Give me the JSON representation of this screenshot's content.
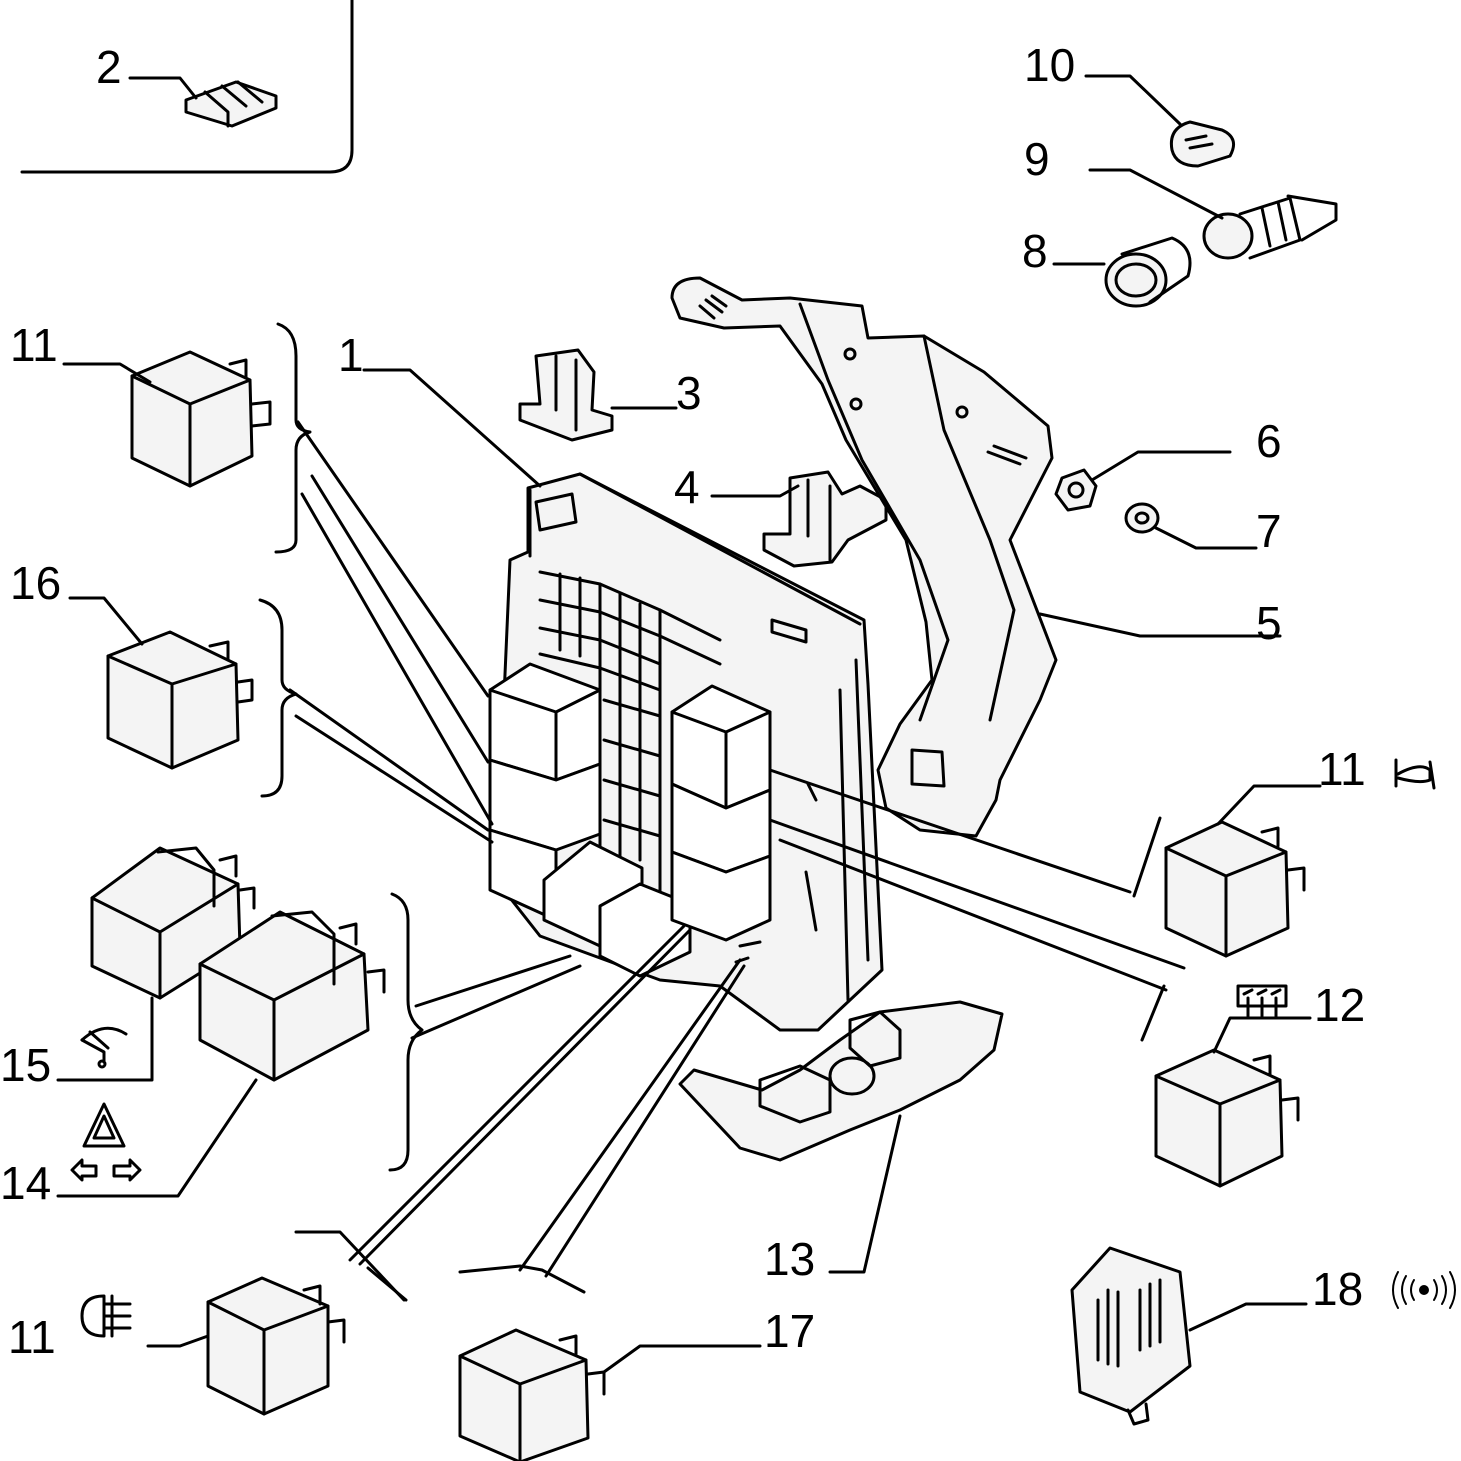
{
  "callouts": {
    "c1": "1",
    "c2": "2",
    "c3": "3",
    "c4": "4",
    "c5": "5",
    "c6": "6",
    "c7": "7",
    "c8": "8",
    "c9": "9",
    "c10": "10",
    "c11_top_left": "11",
    "c11_horn": "11",
    "c11_fog": "11",
    "c12": "12",
    "c13": "13",
    "c14": "14",
    "c15": "15",
    "c16": "16",
    "c17": "17",
    "c18": "18"
  },
  "symbols": {
    "horn": "horn-icon",
    "fan": "heater-fan-icon",
    "wiper": "wiper-icon",
    "hazard": "hazard-triangle-icon",
    "turn": "turn-signal-arrows-icon",
    "fog": "rear-fog-lamp-icon",
    "alarm": "alarm-signal-icon"
  },
  "colors": {
    "ink": "#000000",
    "paper": "#ffffff",
    "fill": "#f4f4f4"
  }
}
